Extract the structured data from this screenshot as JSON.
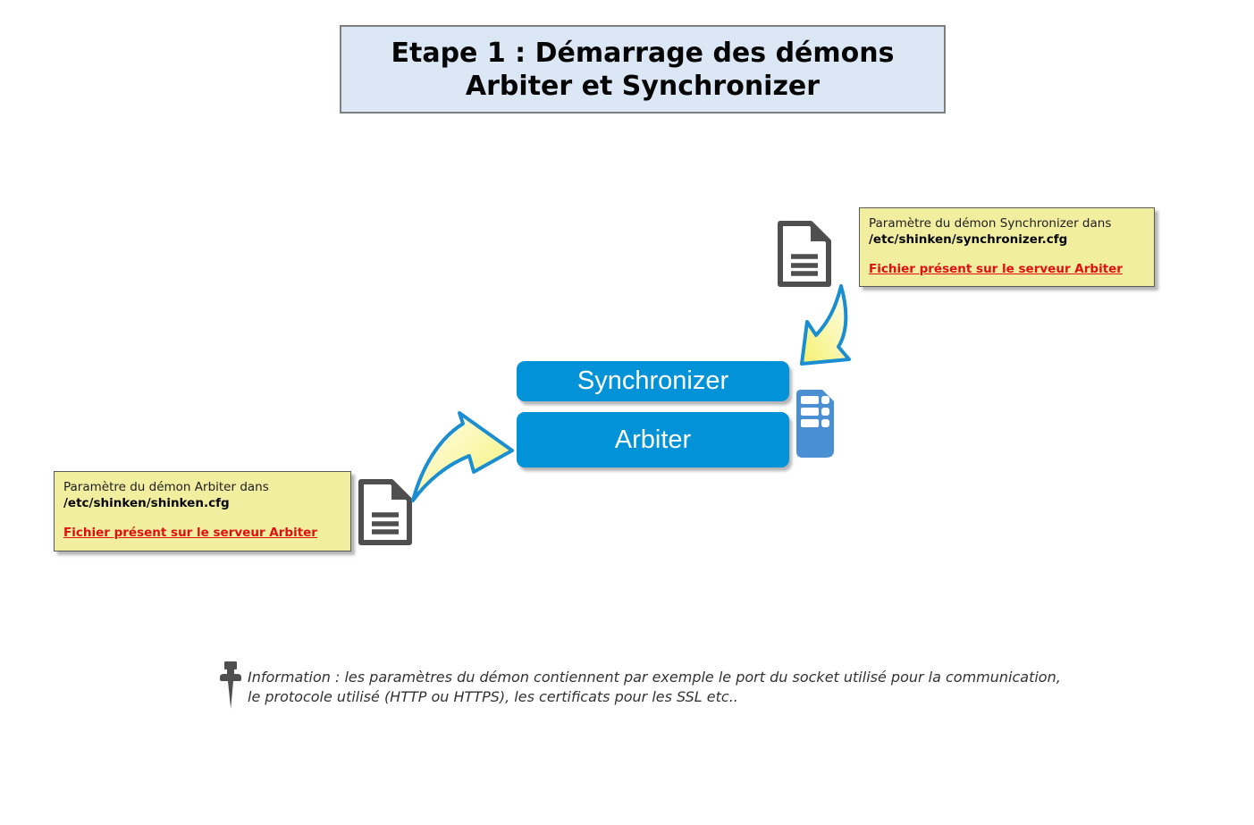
{
  "title": {
    "line1": "Etape 1 : Démarrage des démons",
    "line2": "Arbiter et Synchronizer"
  },
  "daemons": {
    "synchronizer": "Synchronizer",
    "arbiter": "Arbiter"
  },
  "notes": {
    "synchronizer": {
      "line1": "Paramètre du démon Synchronizer dans",
      "path": "/etc/shinken/synchronizer.cfg",
      "link": "Fichier présent sur le serveur Arbiter"
    },
    "arbiter": {
      "line1": "Paramètre du démon Arbiter dans",
      "path": "/etc/shinken/shinken.cfg",
      "link": "Fichier présent sur le serveur Arbiter"
    }
  },
  "info": {
    "line1": "Information : les paramètres du démon contiennent par exemple le port du socket utilisé pour la communication,",
    "line2": "le protocole utilisé (HTTP ou HTTPS), les certificats pour les SSL etc.."
  },
  "icons": {
    "config_file": "document-icon",
    "host": "server-icon",
    "note_marker": "pushpin-icon",
    "flow": "curved-arrow-icon"
  },
  "colors": {
    "daemon_box_blue": "#0292d8",
    "server_icon_blue": "#4a8fd1",
    "title_box_fill": "#dce7f5",
    "title_box_border": "#7e7e7e",
    "note_fill": "#f1eea0",
    "link_red": "#e01010",
    "arrow_outline_blue": "#1b8ed2",
    "arrow_fill_yellow": "#f5f16e",
    "icon_gray": "#4f4f4f"
  }
}
